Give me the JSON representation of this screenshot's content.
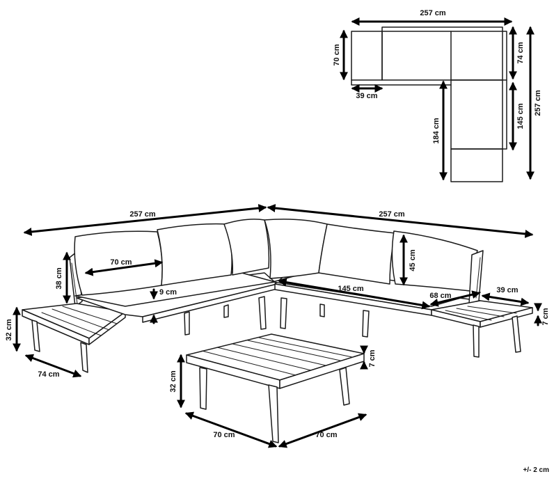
{
  "plan_view": {
    "total_width": "257 cm",
    "short_side_depth": "70 cm",
    "seat_depth": "39 cm",
    "right_upper": "74 cm",
    "right_lower": "145 cm",
    "total_depth": "257 cm",
    "long_side": "184 cm"
  },
  "sofa_view": {
    "left_length": "257 cm",
    "right_length": "257 cm",
    "cushion_width": "70 cm",
    "back_height": "38 cm",
    "seat_thickness": "9 cm",
    "seat_length": "145 cm",
    "back_cushion_height": "45 cm",
    "side_table_width": "68 cm",
    "side_table_depth_right": "39 cm",
    "side_table_thickness": "7 cm",
    "side_table_height": "32 cm",
    "side_table_depth_left": "74 cm"
  },
  "coffee_table": {
    "height": "32 cm",
    "top_thickness": "7 cm",
    "length": "70 cm",
    "width": "70 cm"
  },
  "tolerance_note": "+/- 2 cm"
}
